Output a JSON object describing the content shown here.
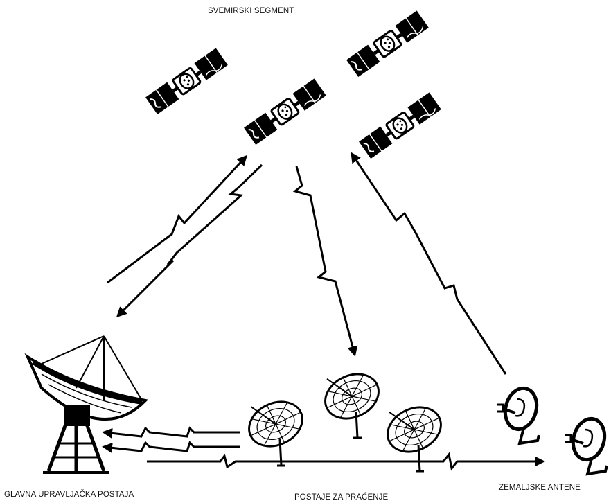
{
  "labels": {
    "space_segment": "SVEMIRSKI SEGMENT",
    "master_control": "GLAVNA UPRAVLJAČKA POSTAJA",
    "monitor_stations": "POSTAJE ZA PRAĆENJE",
    "ground_antennas": "ZEMALJSKE ANTENE"
  },
  "icons": {
    "satellite": "satellite-icon",
    "large_dish": "large-dish-antenna-icon",
    "dish": "dish-antenna-icon",
    "ground_antenna": "ground-antenna-icon"
  },
  "colors": {
    "ink": "#000000",
    "paper": "#ffffff"
  }
}
